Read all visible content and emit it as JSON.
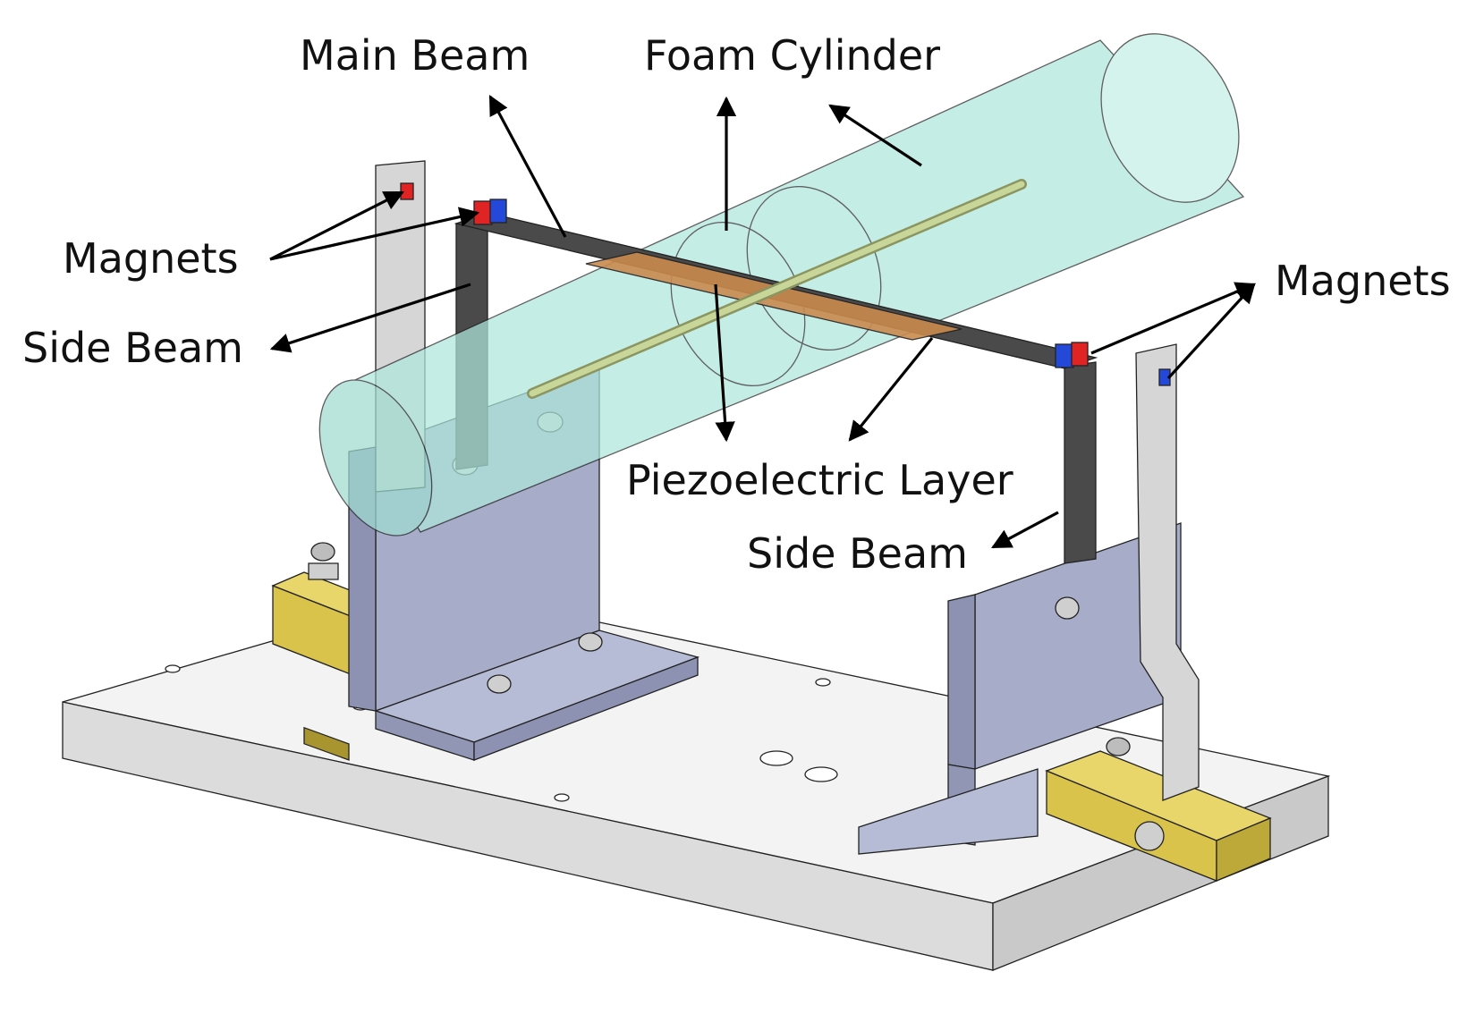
{
  "labels": {
    "main_beam": "Main Beam",
    "foam_cylinder": "Foam Cylinder",
    "magnets_left": "Magnets",
    "magnets_right": "Magnets",
    "side_beam_left": "Side Beam",
    "side_beam_right": "Side Beam",
    "piezoelectric_layer": "Piezoelectric Layer"
  },
  "colors": {
    "base_plate": "#f2f2f2",
    "base_side": "#d6d6d6",
    "bracket": "#a7acc9",
    "bracket_dark": "#8d92b2",
    "clamp": "#d9c34a",
    "beam": "#4a4a4a",
    "piezo": "#c98a4e",
    "cylinder": "#aee7dc",
    "rod": "#b9c98a",
    "magnet_red": "#e02424",
    "magnet_blue": "#2448d8",
    "stopper": "#d3d3d3"
  }
}
